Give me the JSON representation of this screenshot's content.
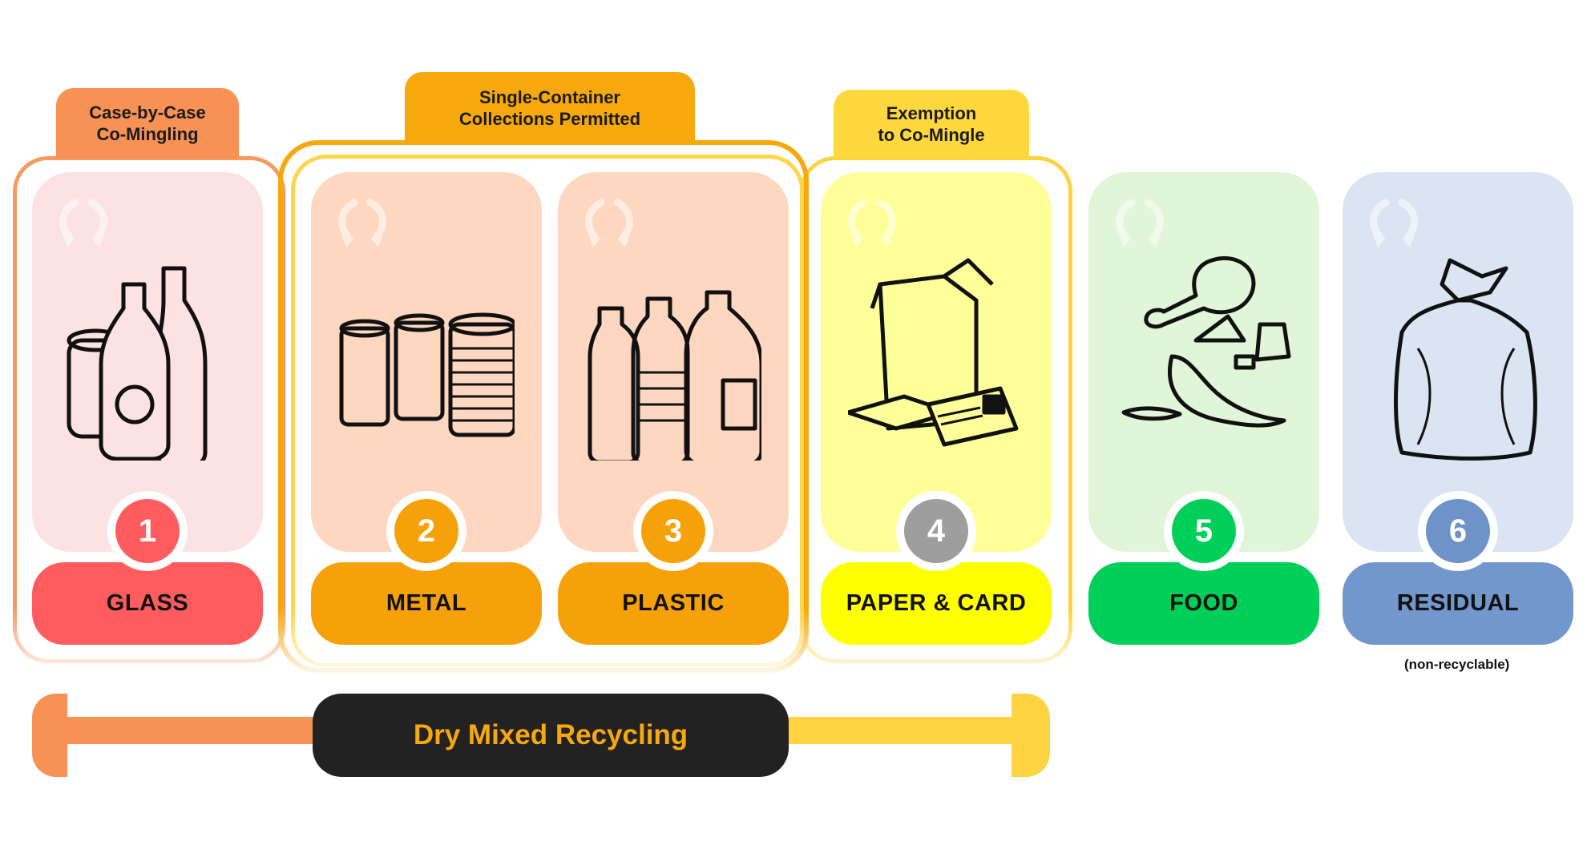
{
  "groups": {
    "case_by_case": {
      "line1": "Case-by-Case",
      "line2": "Co-Mingling",
      "color": "#f79154"
    },
    "single_container": {
      "line1": "Single-Container",
      "line2": "Collections Permitted",
      "color": "#f7a80d"
    },
    "exemption": {
      "line1": "Exemption",
      "line2": "to Co-Mingle",
      "color": "#ffd83d"
    }
  },
  "streams": [
    {
      "number": "1",
      "label": "GLASS",
      "icon": "glass-containers-icon",
      "panel_color": "#fde2e4",
      "label_color": "#ff5c5f",
      "number_color": "#ff5c5f"
    },
    {
      "number": "2",
      "label": "METAL",
      "icon": "metal-cans-icon",
      "panel_color": "#fdd7bf",
      "label_color": "#f7a10a",
      "number_color": "#f7a10a"
    },
    {
      "number": "3",
      "label": "PLASTIC",
      "icon": "plastic-bottles-icon",
      "panel_color": "#fdd7bf",
      "label_color": "#f7a10a",
      "number_color": "#f7a10a"
    },
    {
      "number": "4",
      "label": "PAPER & CARD",
      "icon": "paper-card-icon",
      "panel_color": "#ffff99",
      "label_color": "#ffff00",
      "number_color": "#9e9e9e"
    },
    {
      "number": "5",
      "label": "FOOD",
      "icon": "food-waste-icon",
      "panel_color": "#e1f5d9",
      "label_color": "#00d05a",
      "number_color": "#00d05a"
    },
    {
      "number": "6",
      "label": "RESIDUAL",
      "icon": "rubbish-bag-icon",
      "panel_color": "#dbe4f3",
      "label_color": "#7297cc",
      "number_color": "#6f92c8"
    }
  ],
  "residual_note": "(non-recyclable)",
  "dry_mixed": {
    "label": "Dry Mixed Recycling",
    "color": "#222222",
    "text_color": "#f7a80d"
  }
}
